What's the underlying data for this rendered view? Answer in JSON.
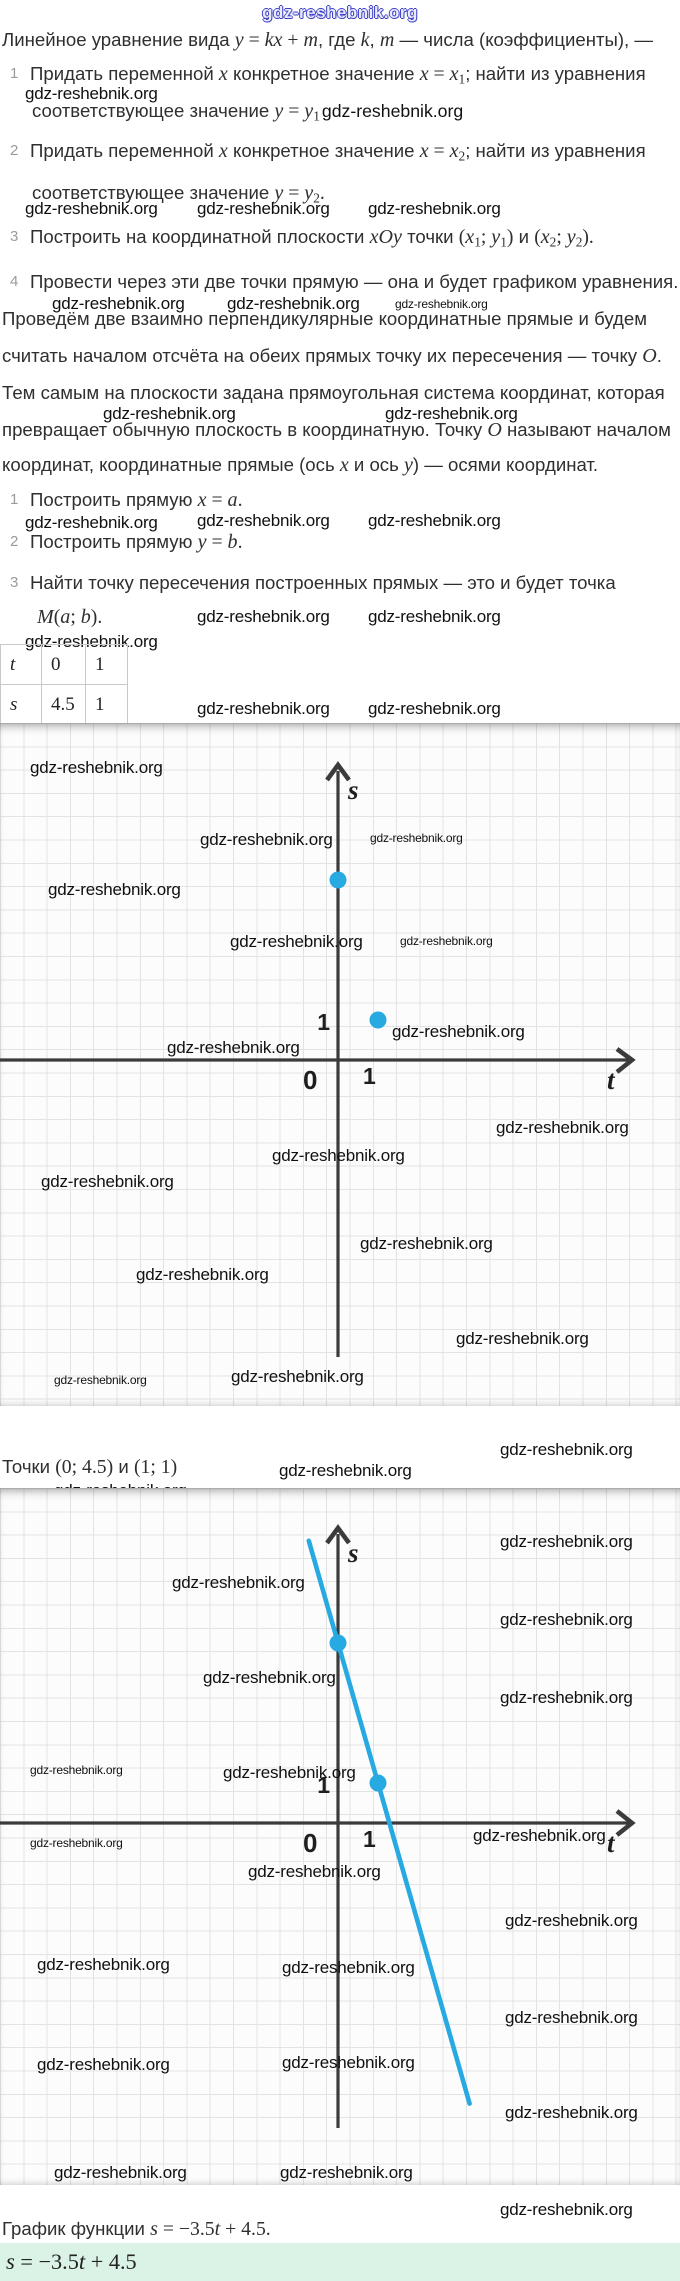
{
  "watermark": {
    "text": "gdz-reshebnik.org"
  },
  "header": {
    "site": "gdz-reshebnik.org"
  },
  "intro": {
    "segments": [
      {
        "t": "Линейное уравнение вида "
      },
      {
        "m": "y"
      },
      {
        "r": " = "
      },
      {
        "m": "kx"
      },
      {
        "r": " + "
      },
      {
        "m": "m"
      },
      {
        "t": ", где "
      },
      {
        "m": "k"
      },
      {
        "t": ",  "
      },
      {
        "m": "m"
      },
      {
        "t": " — числа (коэффициенты), —"
      }
    ]
  },
  "list1": {
    "items": [
      {
        "num": "1",
        "line1": [
          {
            "t": "Придать переменной "
          },
          {
            "m": "x"
          },
          {
            "t": " конкретное значение "
          },
          {
            "m": "x"
          },
          {
            "r": " = "
          },
          {
            "m": "x"
          },
          {
            "sub": "1"
          },
          {
            "t": "; найти из уравнения"
          }
        ],
        "line2": [
          {
            "t": "соответствующее значение "
          },
          {
            "m": "y"
          },
          {
            "r": " = "
          },
          {
            "m": "y"
          },
          {
            "sub": "1"
          },
          {
            "w": "gdz-reshebnik.org"
          }
        ]
      },
      {
        "num": "2",
        "line1": [
          {
            "t": "Придать переменной "
          },
          {
            "m": "x"
          },
          {
            "t": " конкретное значение "
          },
          {
            "m": "x"
          },
          {
            "r": " = "
          },
          {
            "m": "x"
          },
          {
            "sub": "2"
          },
          {
            "t": "; найти из уравнения"
          }
        ],
        "line2": [
          {
            "t": "соответствующее значение "
          },
          {
            "m": "y"
          },
          {
            "r": " = "
          },
          {
            "m": "y"
          },
          {
            "sub": "2"
          },
          {
            "r": "."
          }
        ]
      },
      {
        "num": "3",
        "line1": [
          {
            "t": "Построить на координатной плоскости "
          },
          {
            "m": "xOy"
          },
          {
            "t": " точки "
          },
          {
            "r": "("
          },
          {
            "m": "x"
          },
          {
            "sub": "1"
          },
          {
            "r": ";  "
          },
          {
            "m": "y"
          },
          {
            "sub": "1"
          },
          {
            "r": ")"
          },
          {
            "t": " и "
          },
          {
            "r": "("
          },
          {
            "m": "x"
          },
          {
            "sub": "2"
          },
          {
            "r": ";  "
          },
          {
            "m": "y"
          },
          {
            "sub": "2"
          },
          {
            "r": ")."
          }
        ]
      },
      {
        "num": "4",
        "line1": [
          {
            "t": "Провести через эти две точки прямую — она и будет графиком уравнения."
          }
        ]
      }
    ]
  },
  "paragraphs": {
    "p1": [
      {
        "t": "Проведём две взаимно перпендикулярные координатные прямые и будем"
      }
    ],
    "p2": [
      {
        "t": "считать началом отсчёта на обеих прямых точку их пересечения — точку "
      },
      {
        "m": "O"
      },
      {
        "t": "."
      }
    ],
    "p3": [
      {
        "t": "Тем самым на плоскости задана прямоугольная система координат, которая"
      }
    ],
    "p4": [
      {
        "t": "превращает обычную плоскость в координатную. Точку "
      },
      {
        "m": "O"
      },
      {
        "t": " называют началом"
      }
    ],
    "p5": [
      {
        "t": "координат, координатные прямые (ось "
      },
      {
        "m": "x"
      },
      {
        "t": " и ось "
      },
      {
        "m": "y"
      },
      {
        "t": ") — осями координат."
      }
    ]
  },
  "list2": {
    "items": [
      {
        "num": "1",
        "line1": [
          {
            "t": "Построить прямую "
          },
          {
            "m": "x"
          },
          {
            "r": " = "
          },
          {
            "m": "a"
          },
          {
            "r": "."
          }
        ]
      },
      {
        "num": "2",
        "line1": [
          {
            "t": "Построить прямую "
          },
          {
            "m": "y"
          },
          {
            "r": " = "
          },
          {
            "m": "b"
          },
          {
            "r": "."
          }
        ]
      },
      {
        "num": "3",
        "line1": [
          {
            "t": "Найти точку пересечения построенных прямых — это и будет точка"
          }
        ],
        "line2": [
          {
            "m": "M"
          },
          {
            "r": "("
          },
          {
            "m": "a"
          },
          {
            "r": "; "
          },
          {
            "m": "b"
          },
          {
            "r": ")."
          }
        ]
      }
    ]
  },
  "table": {
    "rows": [
      [
        "t",
        "0",
        "1"
      ],
      [
        "s",
        "4.5",
        "1"
      ]
    ]
  },
  "graph1": {
    "s_label": "s",
    "t_label": "t",
    "origin_label": "0",
    "x_tick_label": "1",
    "y_tick_label": "1",
    "points": [
      [
        0,
        4.5
      ],
      [
        1,
        1
      ]
    ]
  },
  "points_caption": {
    "segments": [
      {
        "t": "Точки "
      },
      {
        "r": "(0;  4.5)"
      },
      {
        "t": " и "
      },
      {
        "r": "(1;  1)"
      }
    ]
  },
  "graph2": {
    "s_label": "s",
    "t_label": "t",
    "origin_label": "0",
    "x_tick_label": "1",
    "y_tick_label": "1",
    "points": [
      [
        0,
        4.5
      ],
      [
        1,
        1
      ]
    ],
    "line": {
      "slope": -3.5,
      "intercept": 4.5,
      "t_from": -0.73,
      "t_to": 3.29
    }
  },
  "function_caption": {
    "segments": [
      {
        "t": "График функции "
      },
      {
        "m": "s"
      },
      {
        "r": " = −3.5"
      },
      {
        "m": "t"
      },
      {
        "r": " + 4.5."
      }
    ]
  },
  "answer": {
    "segments": [
      {
        "m": "s"
      },
      {
        "r": " = −3.5"
      },
      {
        "m": "t"
      },
      {
        "r": " + 4.5"
      }
    ]
  },
  "chart_data": [
    {
      "type": "scatter",
      "title": "Точки (0; 4.5) и (1; 1)",
      "xlabel": "t",
      "ylabel": "s",
      "points": [
        {
          "t": 0,
          "s": 4.5
        },
        {
          "t": 1,
          "s": 1
        }
      ],
      "x_ticks": [
        "0",
        "1"
      ],
      "y_ticks": [
        "1"
      ],
      "grid": true
    },
    {
      "type": "line",
      "title": "График функции s = −3.5t + 4.5",
      "xlabel": "t",
      "ylabel": "s",
      "equation": "s = -3.5t + 4.5",
      "slope": -3.5,
      "intercept": 4.5,
      "points": [
        {
          "t": 0,
          "s": 4.5
        },
        {
          "t": 1,
          "s": 1
        }
      ],
      "x_range": [
        -0.73,
        3.29
      ],
      "grid": true
    }
  ]
}
